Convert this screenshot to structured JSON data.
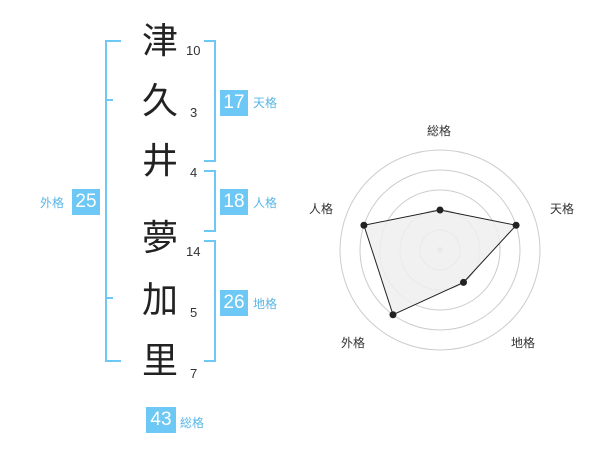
{
  "name": {
    "chars": [
      {
        "char": "津",
        "strokes": "10"
      },
      {
        "char": "久",
        "strokes": "3"
      },
      {
        "char": "井",
        "strokes": "4"
      },
      {
        "char": "夢",
        "strokes": "14"
      },
      {
        "char": "加",
        "strokes": "5"
      },
      {
        "char": "里",
        "strokes": "7"
      }
    ]
  },
  "fortunes": {
    "tenkaku": {
      "value": "17",
      "label": "天格"
    },
    "jinkaku": {
      "value": "18",
      "label": "人格"
    },
    "chikaku": {
      "value": "26",
      "label": "地格"
    },
    "gaikaku": {
      "value": "25",
      "label": "外格"
    },
    "soukaku": {
      "value": "43",
      "label": "総格"
    }
  },
  "chart_data": {
    "type": "radar",
    "axes": [
      "総格",
      "天格",
      "地格",
      "外格",
      "人格"
    ],
    "values": [
      2,
      4,
      2,
      4,
      4
    ],
    "max": 5,
    "colors": {
      "fill": "#eeeeee",
      "line": "#222222",
      "grid": "#cccccc"
    }
  }
}
